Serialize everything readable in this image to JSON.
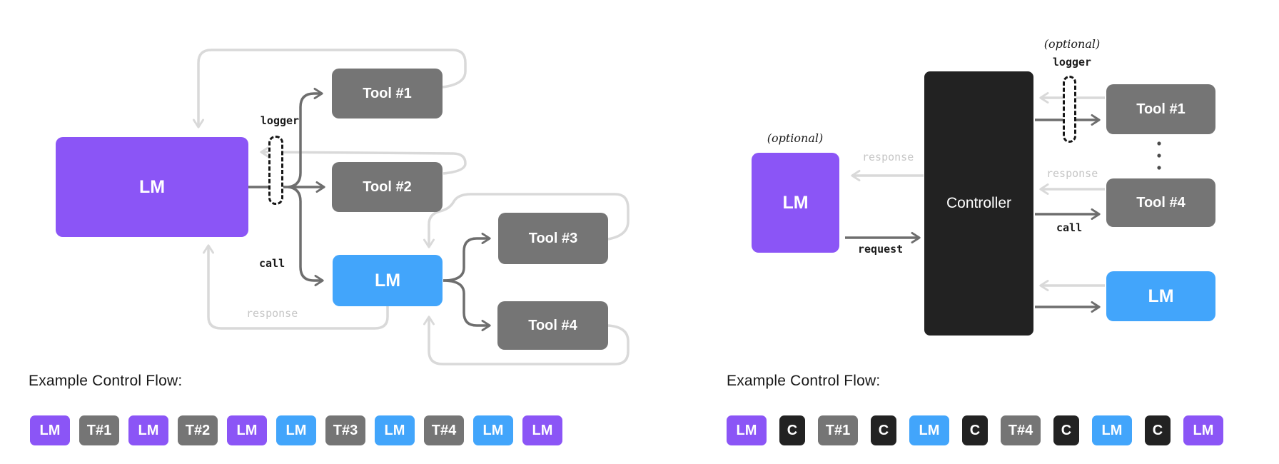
{
  "colors": {
    "purple": "#8b55f6",
    "blue": "#42a5fb",
    "gray": "#757575",
    "ink": "#222222",
    "outline": "#161616",
    "arrow_dark": "#6e6e6e",
    "arrow_light": "#d9d9d9",
    "label_muted": "#c6c6c6",
    "text_dark": "#1b1b1b"
  },
  "left_diagram": {
    "nodes": {
      "lm_main": "LM",
      "tool1": "Tool #1",
      "tool2": "Tool #2",
      "lm_sub": "LM",
      "tool3": "Tool #3",
      "tool4": "Tool #4"
    },
    "labels": {
      "logger": "logger",
      "call": "call",
      "response": "response"
    },
    "flow": {
      "heading": "Example Control Flow:",
      "badges": [
        {
          "label": "LM",
          "color": "purple"
        },
        {
          "label": "T#1",
          "color": "gray"
        },
        {
          "label": "LM",
          "color": "purple"
        },
        {
          "label": "T#2",
          "color": "gray"
        },
        {
          "label": "LM",
          "color": "purple"
        },
        {
          "label": "LM",
          "color": "blue"
        },
        {
          "label": "T#3",
          "color": "gray"
        },
        {
          "label": "LM",
          "color": "blue"
        },
        {
          "label": "T#4",
          "color": "gray"
        },
        {
          "label": "LM",
          "color": "blue"
        },
        {
          "label": "LM",
          "color": "purple"
        }
      ]
    }
  },
  "right_diagram": {
    "nodes": {
      "lm": "LM",
      "controller": "Controller",
      "tool1": "Tool #1",
      "tool4": "Tool #4",
      "lm_direct": "LM"
    },
    "labels": {
      "optional_lm": "(optional)",
      "optional_logger": "(optional)",
      "logger": "logger",
      "response_lm": "response",
      "request": "request",
      "response_tool": "response",
      "call": "call"
    },
    "flow": {
      "heading": "Example Control Flow:",
      "badges": [
        {
          "label": "LM",
          "color": "purple"
        },
        {
          "label": "C",
          "color": "black"
        },
        {
          "label": "T#1",
          "color": "gray"
        },
        {
          "label": "C",
          "color": "black"
        },
        {
          "label": "LM",
          "color": "blue"
        },
        {
          "label": "C",
          "color": "black"
        },
        {
          "label": "T#4",
          "color": "gray"
        },
        {
          "label": "C",
          "color": "black"
        },
        {
          "label": "LM",
          "color": "blue"
        },
        {
          "label": "C",
          "color": "black"
        },
        {
          "label": "LM",
          "color": "purple"
        }
      ]
    }
  }
}
